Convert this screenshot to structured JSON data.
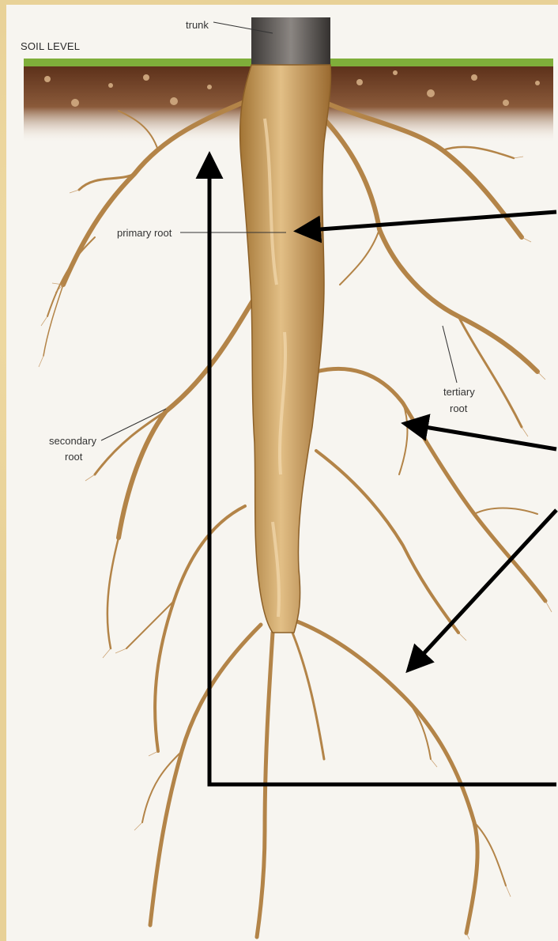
{
  "labels": {
    "soil_level": "SOIL LEVEL",
    "trunk": "trunk",
    "primary_root": "primary root",
    "secondary_root_line1": "secondary",
    "secondary_root_line2": "root",
    "tertiary_root_line1": "tertiary",
    "tertiary_root_line2": "root"
  },
  "colors": {
    "frame": "#e8d197",
    "paper": "#f7f5f0",
    "grass": "#7fae3a",
    "soil_dark": "#6b3a22",
    "soil_light": "#b98c6a",
    "root": "#b98a4e",
    "root_highlight": "#e8c48c",
    "arrow": "#000000"
  }
}
